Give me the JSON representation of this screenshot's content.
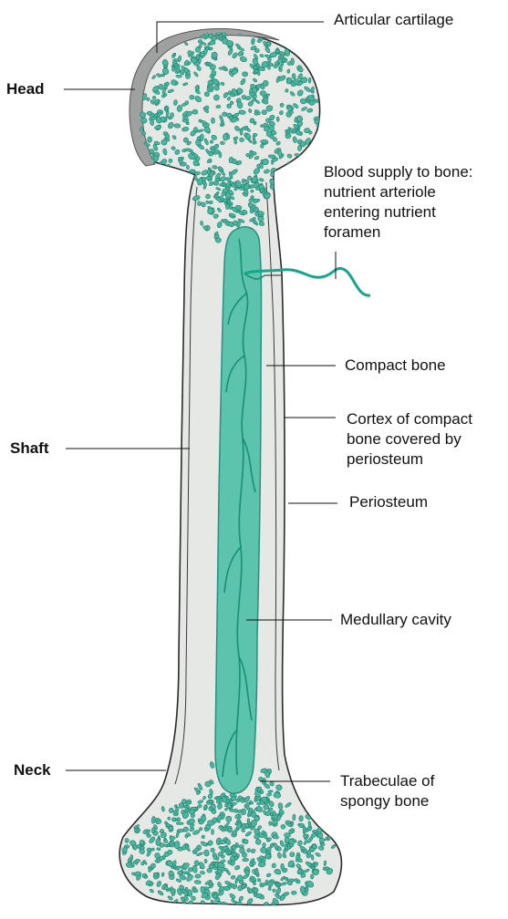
{
  "colors": {
    "background": "#ffffff",
    "bone_fill": "#e6e8e6",
    "cortex_line": "#2a2a2a",
    "cartilage": "#9fa1a0",
    "spongy_fill": "#4bb59f",
    "spongy_stroke": "#1c7d6b",
    "medulla_fill": "#5cc3ac",
    "vessel": "#17a58c",
    "leader": "#111111"
  },
  "labels": {
    "head": "Head",
    "shaft": "Shaft",
    "neck": "Neck",
    "articular_cartilage": "Articular cartilage",
    "blood_supply": "Blood supply to bone:\nnutrient arteriole\nentering nutrient\nforamen",
    "compact_bone": "Compact bone",
    "cortex": "Cortex of compact\nbone covered by\nperiosteum",
    "periosteum": "Periosteum",
    "medullary_cavity": "Medullary cavity",
    "trabeculae": "Trabeculae of\nspongy bone"
  }
}
